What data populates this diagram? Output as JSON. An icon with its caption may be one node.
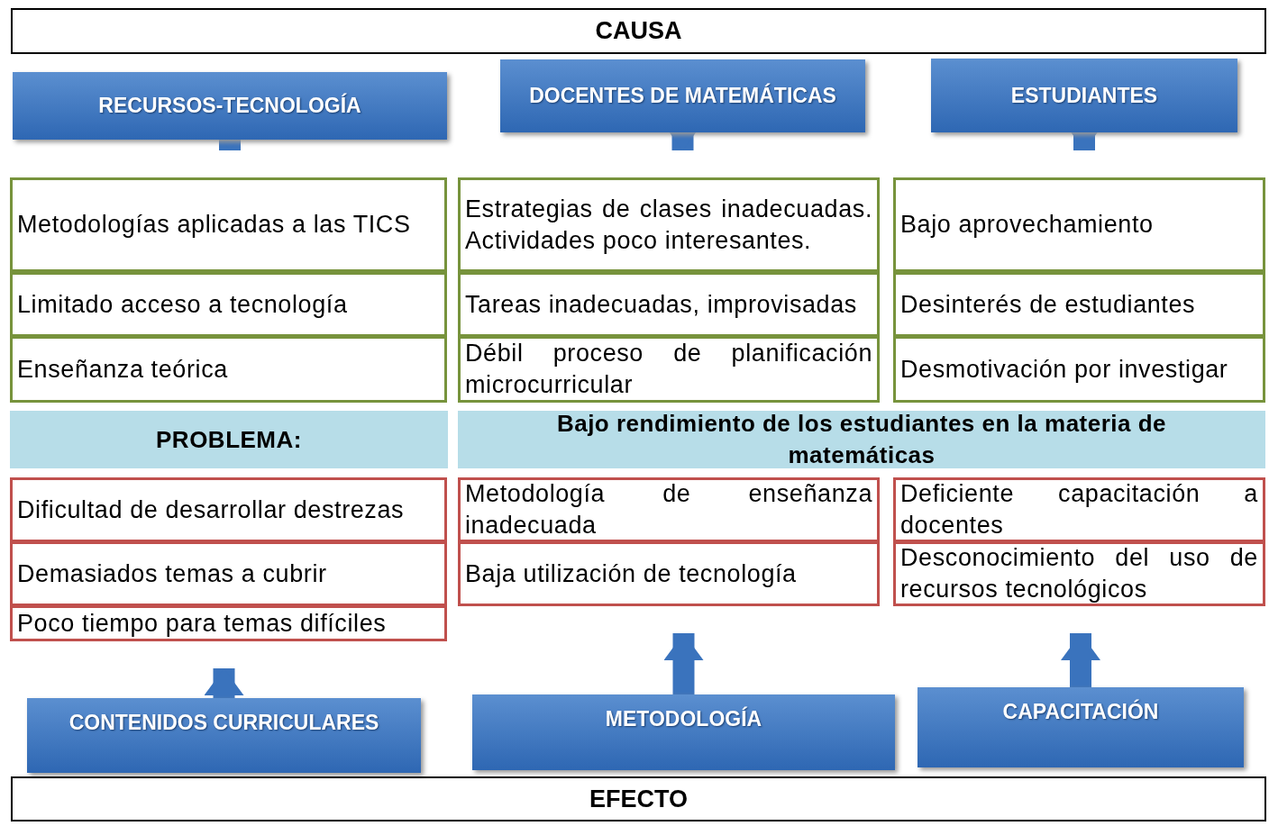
{
  "diagram": {
    "nodes": [
      {
        "text": [
          "CAUSA"
        ]
      },
      {
        "text": [
          "RECURSOS-TECNOLOGÍA"
        ]
      },
      {
        "text": [
          "DOCENTES DE MATEMÁTICAS"
        ]
      },
      {
        "text": [
          "ESTUDIANTES"
        ]
      },
      {
        "text": [
          "Metodologías aplicadas a las TICS"
        ]
      },
      {
        "text": [
          "Estrategias de clases inadecuadas. Actividades poco interesantes."
        ]
      },
      {
        "text": [
          "Bajo aprovechamiento"
        ]
      },
      {
        "text": [
          "Limitado acceso a tecnología"
        ]
      },
      {
        "text": [
          "Tareas inadecuadas, improvisadas"
        ]
      },
      {
        "text": [
          "Desinterés de estudiantes"
        ]
      },
      {
        "text": [
          "Enseñanza teórica"
        ]
      },
      {
        "text": [
          "Débil proceso de planificación microcurricular"
        ]
      },
      {
        "text": [
          "Desmotivación por investigar"
        ]
      },
      {
        "text": [
          "PROBLEMA:"
        ]
      },
      {
        "text": [
          "Bajo rendimiento de los estudiantes en la materia de matemáticas"
        ]
      },
      {
        "text": [
          "Dificultad de desarrollar destrezas"
        ]
      },
      {
        "text": [
          "Metodología de enseñanza inadecuada"
        ]
      },
      {
        "text": [
          "Deficiente capacitación a docentes"
        ]
      },
      {
        "text": [
          "Demasiados temas a cubrir"
        ]
      },
      {
        "text": [
          "Baja utilización de tecnología"
        ]
      },
      {
        "text": [
          "Desconocimiento del uso de recursos tecnológicos"
        ]
      },
      {
        "text": [
          "Poco tiempo para temas difíciles"
        ]
      },
      {
        "text": [
          "CONTENIDOS CURRICULARES"
        ]
      },
      {
        "text": [
          "METODOLOGÍA"
        ]
      },
      {
        "text": [
          "CAPACITACIÓN"
        ]
      },
      {
        "text": [
          "EFECTO"
        ]
      }
    ],
    "edges": [
      {
        "from": 1,
        "to": 4,
        "arrow": "to"
      },
      {
        "from": 2,
        "to": 5,
        "arrow": "to"
      },
      {
        "from": 3,
        "to": 6,
        "arrow": "to"
      },
      {
        "from": 22,
        "to": 21,
        "arrow": "to"
      },
      {
        "from": 23,
        "to": 19,
        "arrow": "to"
      },
      {
        "from": 24,
        "to": 20,
        "arrow": "to"
      }
    ]
  }
}
